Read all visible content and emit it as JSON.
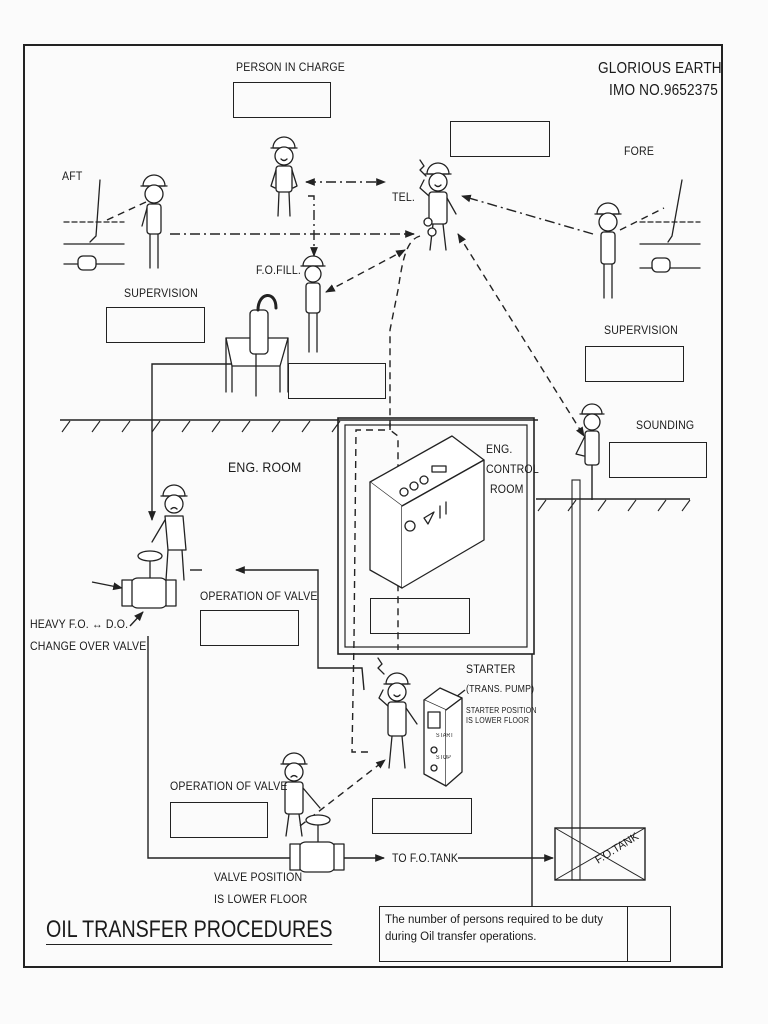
{
  "ship": {
    "name": "GLORIOUS EARTH",
    "imo": "IMO NO.9652375"
  },
  "title": "OIL TRANSFER PROCEDURES",
  "labels": {
    "person_in_charge": "PERSON IN CHARGE",
    "aft": "AFT",
    "fore": "FORE",
    "tel": "TEL.",
    "fo_fill": "F.O.FILL.",
    "supervision_aft": "SUPERVISION",
    "supervision_fore": "SUPERVISION",
    "sounding": "SOUNDING",
    "eng_room": "ENG. ROOM",
    "eng_control_room_1": "ENG.",
    "eng_control_room_2": "CONTROL",
    "eng_control_room_3": "ROOM",
    "operation_of_valve_upper": "OPERATION OF VALVE",
    "operation_of_valve_lower": "OPERATION OF VALVE",
    "change_over_1": "HEAVY F.O. ↔ D.O.",
    "change_over_2": "CHANGE OVER VALVE",
    "starter": "STARTER",
    "trans_pump": "(TRANS. PUMP)",
    "starter_pos_1": "STARTER POSITION",
    "starter_pos_2": "IS LOWER FLOOR",
    "start": "START",
    "stop": "STOP",
    "valve_pos_1": "VALVE POSITION",
    "valve_pos_2": "IS LOWER FLOOR",
    "to_fo_tank": "TO F.O.TANK",
    "fo_tank": "F.O.TANK"
  },
  "note": "The number of persons required to be duty during Oil transfer operations.",
  "icons": [
    "helmet-person-icon",
    "valve-icon",
    "telephone-icon",
    "control-console-icon",
    "starter-panel-icon",
    "mooring-winch-icon",
    "fo-tank-icon"
  ]
}
